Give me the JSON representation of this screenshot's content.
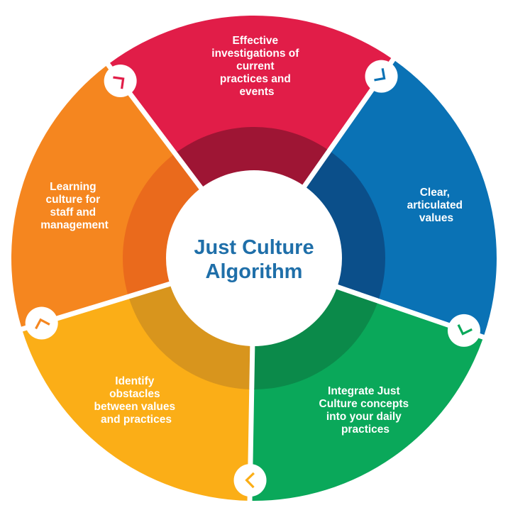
{
  "center": {
    "title_line1": "Just Culture",
    "title_line2": "Algorithm",
    "color": "#1f6fa9"
  },
  "segments": [
    {
      "id": "investigations",
      "lines": [
        "Effective",
        "investigations of",
        "current",
        "practices and",
        "events"
      ],
      "color": "#e11d48",
      "inner_color": "#9e1534",
      "arrow_icon": "chevron-icon"
    },
    {
      "id": "values",
      "lines": [
        "Clear,",
        "articulated",
        "values"
      ],
      "color": "#0a72b5",
      "inner_color": "#0b4f8a",
      "arrow_icon": "chevron-icon"
    },
    {
      "id": "integrate",
      "lines": [
        "Integrate Just",
        "Culture concepts",
        "into your daily",
        "practices"
      ],
      "color": "#0aa85a",
      "inner_color": "#0b8a4a",
      "arrow_icon": "chevron-icon"
    },
    {
      "id": "obstacles",
      "lines": [
        "Identify",
        "obstacles",
        "between values",
        "and practices"
      ],
      "color": "#fbae17",
      "inner_color": "#d8951d",
      "arrow_icon": "chevron-icon"
    },
    {
      "id": "learning",
      "lines": [
        "Learning",
        "culture for",
        "staff and",
        "management"
      ],
      "color": "#f5861f",
      "inner_color": "#ea6a1c",
      "arrow_icon": "chevron-icon"
    }
  ]
}
